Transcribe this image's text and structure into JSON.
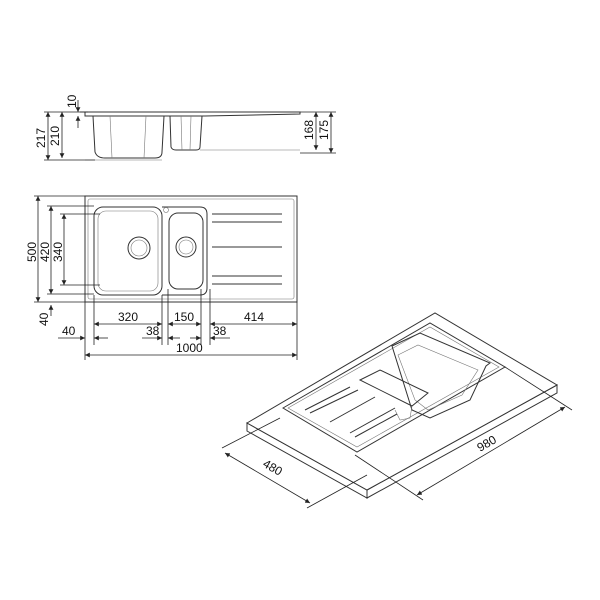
{
  "side_view": {
    "dims": {
      "flange": "10",
      "total_depth": "217",
      "bowl_depth": "210",
      "small_bowl_depth": "168",
      "small_total": "175"
    }
  },
  "plan_view": {
    "dims": {
      "width": "500",
      "inner_width": "420",
      "bowl_width": "340",
      "front_offset": "40",
      "left_offset": "40",
      "big_bowl": "320",
      "gap1": "38",
      "small_bowl": "150",
      "gap2": "38",
      "drainer": "414",
      "length": "1000"
    }
  },
  "iso_view": {
    "dims": {
      "cutout_width": "480",
      "cutout_length": "980"
    }
  }
}
